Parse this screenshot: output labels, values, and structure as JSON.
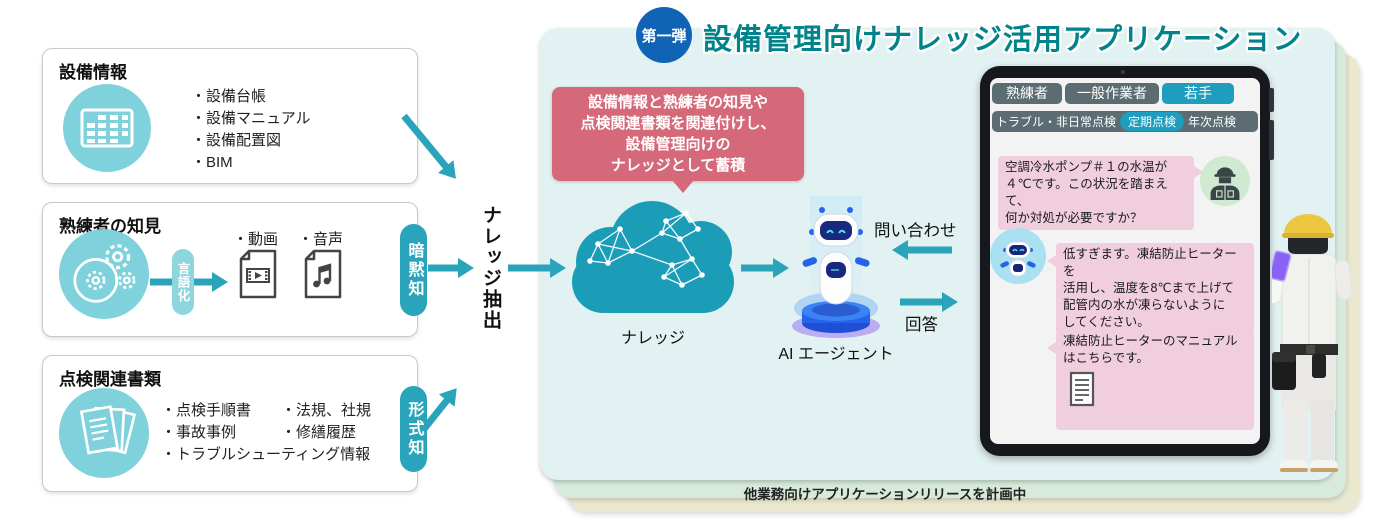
{
  "header": {
    "badge": "第一弾",
    "title": "設備管理向けナレッジ活用アプリケーション"
  },
  "sources": [
    {
      "title": "設備情報",
      "icon": "table-icon",
      "items": [
        "・設備台帳",
        "・設備マニュアル",
        "・設備配置図",
        "・BIM"
      ]
    },
    {
      "title": "熟練者の知見",
      "icon": "expert-gears-icon",
      "process": "言語化",
      "outputs": [
        "・動画",
        "・音声"
      ],
      "tag": "暗黙知"
    },
    {
      "title": "点検関連書類",
      "icon": "documents-icon",
      "rows": [
        [
          "・点検手順書",
          "・法規、社規"
        ],
        [
          "・事故事例",
          "・修繕履歴"
        ]
      ],
      "full": "・トラブルシューティング情報",
      "tag": "形式知"
    }
  ],
  "flow": {
    "extraction": "ナレッジ抽出",
    "knowledge": "ナレッジ",
    "callout": "設備情報と熟練者の知見や\n点検関連書類を関連付けし、\n設備管理向けの\nナレッジとして蓄積",
    "agent": "AI エージェント",
    "inquiry": "問い合わせ",
    "answer": "回答"
  },
  "tablet": {
    "user_tabs": [
      {
        "label": "熟練者",
        "active": false
      },
      {
        "label": "一般作業者",
        "active": false
      },
      {
        "label": "若手",
        "active": true
      }
    ],
    "mode_tabs": [
      {
        "label": "トラブル・非日常点検",
        "active": false
      },
      {
        "label": "定期点検",
        "active": true
      },
      {
        "label": "年次点検",
        "active": false
      }
    ],
    "messages": [
      {
        "role": "user",
        "text": "空調冷水ポンプ＃１の水温が\n４℃です。この状況を踏まえて、\n何か対処が必要ですか？"
      },
      {
        "role": "ai",
        "text": "低すぎます。凍結防止ヒーターを\n活用し、温度を8℃まで上げて\n配管内の水が凍らないように\nしてください。"
      },
      {
        "role": "ai",
        "text": "凍結防止ヒーターのマニュアル\nはこちらです。",
        "attachment": "document-icon"
      }
    ]
  },
  "footer": {
    "note": "他業務向けアプリケーションリリースを計画中"
  },
  "icons": {
    "source1": "table-icon",
    "source2": "expert-gears-icon",
    "source3": "documents-icon",
    "video": "video-file-icon",
    "audio": "audio-file-icon",
    "cloud": "knowledge-network-cloud",
    "agent": "ai-robot",
    "user_avatar": "worker-avatar-icon",
    "ai_avatar": "robot-avatar-icon",
    "attachment": "document-icon",
    "person": "field-worker-figure"
  },
  "colors": {
    "teal_arrow": "#29a4ba",
    "cloud": "#1b9db8",
    "icon_circle": "#7fd2dc",
    "title": "#00838a",
    "badge_blue": "#1164b5",
    "callout_red": "#d5697a",
    "bubble_pink": "#f1cede",
    "panel_bg": "#e2f1f1",
    "card_green": "#d6ebdc",
    "card_beige": "#eae8cf",
    "tab_gray": "#5b6d72",
    "tab_teal": "#1f9dbe"
  }
}
